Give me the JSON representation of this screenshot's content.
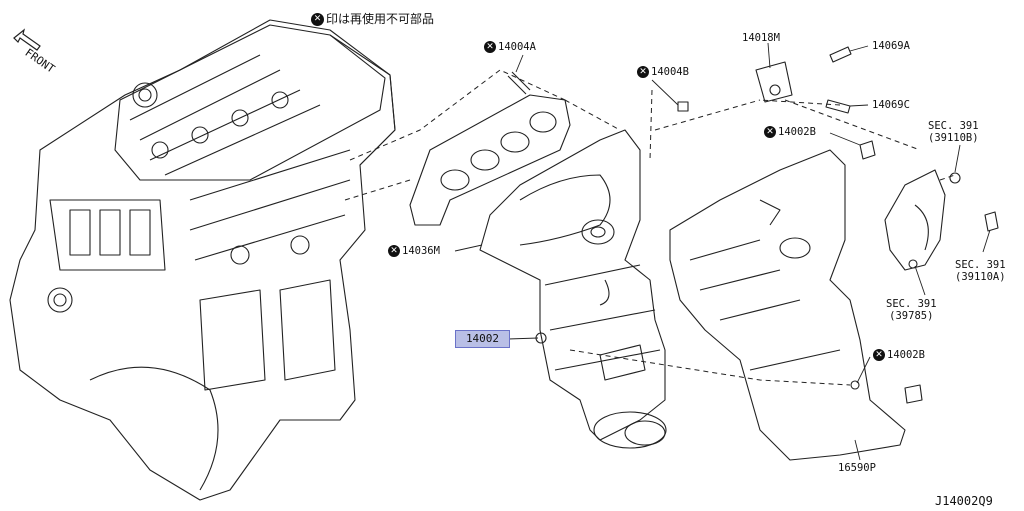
{
  "notice": {
    "text": "印は再使用不可部品"
  },
  "front_label": "FRONT",
  "diagram_code": "J14002Q9",
  "callouts": {
    "p14004a": "14004A",
    "p14004b": "14004B",
    "p14018m": "14018M",
    "p14069a": "14069A",
    "p14069c": "14069C",
    "p14002b_top": "14002B",
    "p14002b_low": "14002B",
    "p14036m": "14036M",
    "p14002": "14002",
    "p16590p": "16590P",
    "sec_39110b_1": "SEC. 391",
    "sec_39110b_2": "(39110B)",
    "sec_39110a_1": "SEC. 391",
    "sec_39110a_2": "(39110A)",
    "sec_39785_1": "SEC. 391",
    "sec_39785_2": "(39785)"
  },
  "icons": {
    "not_reusable": "x-circle-icon",
    "front_arrow": "arrow-icon"
  }
}
